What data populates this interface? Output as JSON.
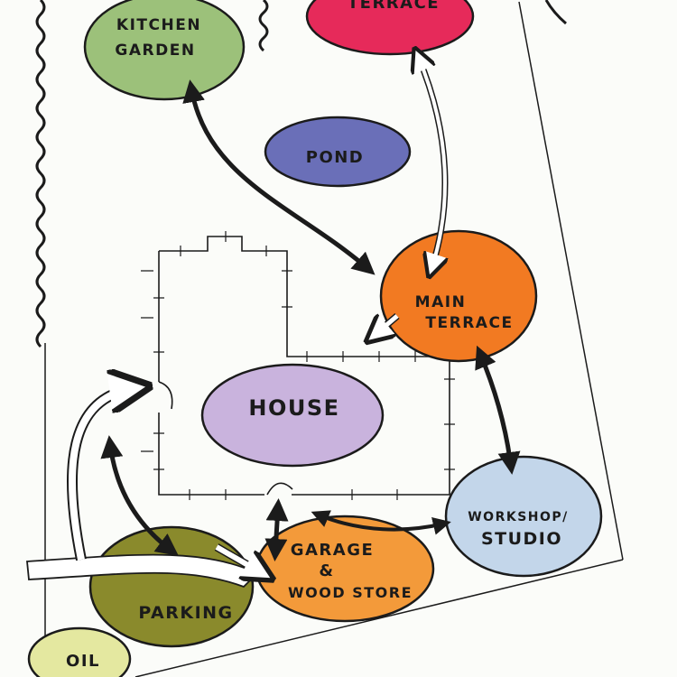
{
  "colors": {
    "kitchen_garden": "#9cc17a",
    "terrace": "#e62a5a",
    "pond": "#6a6fb8",
    "main_terrace": "#f27a22",
    "house": "#c9b3dd",
    "workshop": "#c3d6ea",
    "garage": "#f39a3a",
    "parking": "#8a8a2c",
    "oil": "#e4e8a0",
    "ink": "#1b1b1b",
    "paper": "#fbfcf9"
  },
  "zones": {
    "kitchen_garden": {
      "line1": "KITCHEN",
      "line2": "GARDEN"
    },
    "terrace": {
      "line1": "TERRACE"
    },
    "pond": {
      "line1": "POND"
    },
    "main_terrace": {
      "line1": "MAIN",
      "line2": "TERRACE"
    },
    "house": {
      "line1": "HOUSE"
    },
    "workshop": {
      "line1": "WORKSHOP/",
      "line2": "STUDIO"
    },
    "garage": {
      "line1": "GARAGE",
      "line2": "&",
      "line3": "WOOD STORE"
    },
    "parking": {
      "line1": "PARKING"
    },
    "oil": {
      "line1": "OIL"
    }
  }
}
